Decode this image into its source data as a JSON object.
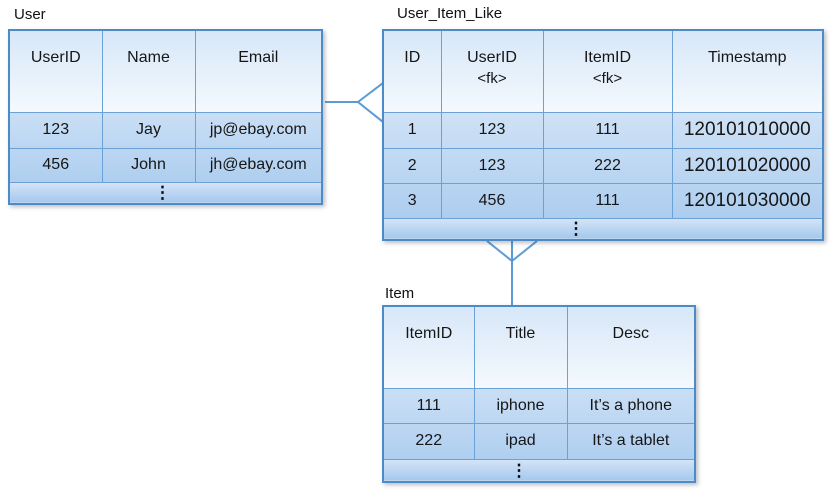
{
  "ui": {
    "ellipsis": "⋮"
  },
  "colors": {
    "connector": "#5b9bd5",
    "table-border": "#4d8bc6",
    "cell-border": "#6aa2d8",
    "header-gradient-top": "#d7e7f8",
    "header-gradient-bottom": "#f4f9fe",
    "body-gradient-top": "#eaf2fb",
    "body-gradient-bottom": "#a6c9ee",
    "dots-gradient-top": "#d5e4f6",
    "dots-gradient-bottom": "#a4c8ee"
  },
  "tables": {
    "user": {
      "title": "User",
      "headers": [
        {
          "label": "UserID"
        },
        {
          "label": "Name"
        },
        {
          "label": "Email"
        }
      ],
      "rows": [
        [
          "123",
          "Jay",
          "jp@ebay.com"
        ],
        [
          "456",
          "John",
          "jh@ebay.com"
        ]
      ]
    },
    "user_item_like": {
      "title": "User_Item_Like",
      "headers": [
        {
          "label": "ID"
        },
        {
          "label": "UserID",
          "sub": "<fk>"
        },
        {
          "label": "ItemID",
          "sub": "<fk>"
        },
        {
          "label": "Timestamp"
        }
      ],
      "rows": [
        [
          "1",
          "123",
          "111",
          "120101010000"
        ],
        [
          "2",
          "123",
          "222",
          "120101020000"
        ],
        [
          "3",
          "456",
          "111",
          "120101030000"
        ]
      ]
    },
    "item": {
      "title": "Item",
      "headers": [
        {
          "label": "ItemID"
        },
        {
          "label": "Title"
        },
        {
          "label": "Desc"
        }
      ],
      "rows": [
        [
          "111",
          "iphone",
          "It’s a phone"
        ],
        [
          "222",
          "ipad",
          "It’s a tablet"
        ]
      ]
    }
  },
  "relationships": [
    {
      "from": "User",
      "to": "User_Item_Like",
      "type": "one-to-many",
      "notation": "crow-foot"
    },
    {
      "from": "Item",
      "to": "User_Item_Like",
      "type": "one-to-many",
      "notation": "crow-foot"
    }
  ]
}
